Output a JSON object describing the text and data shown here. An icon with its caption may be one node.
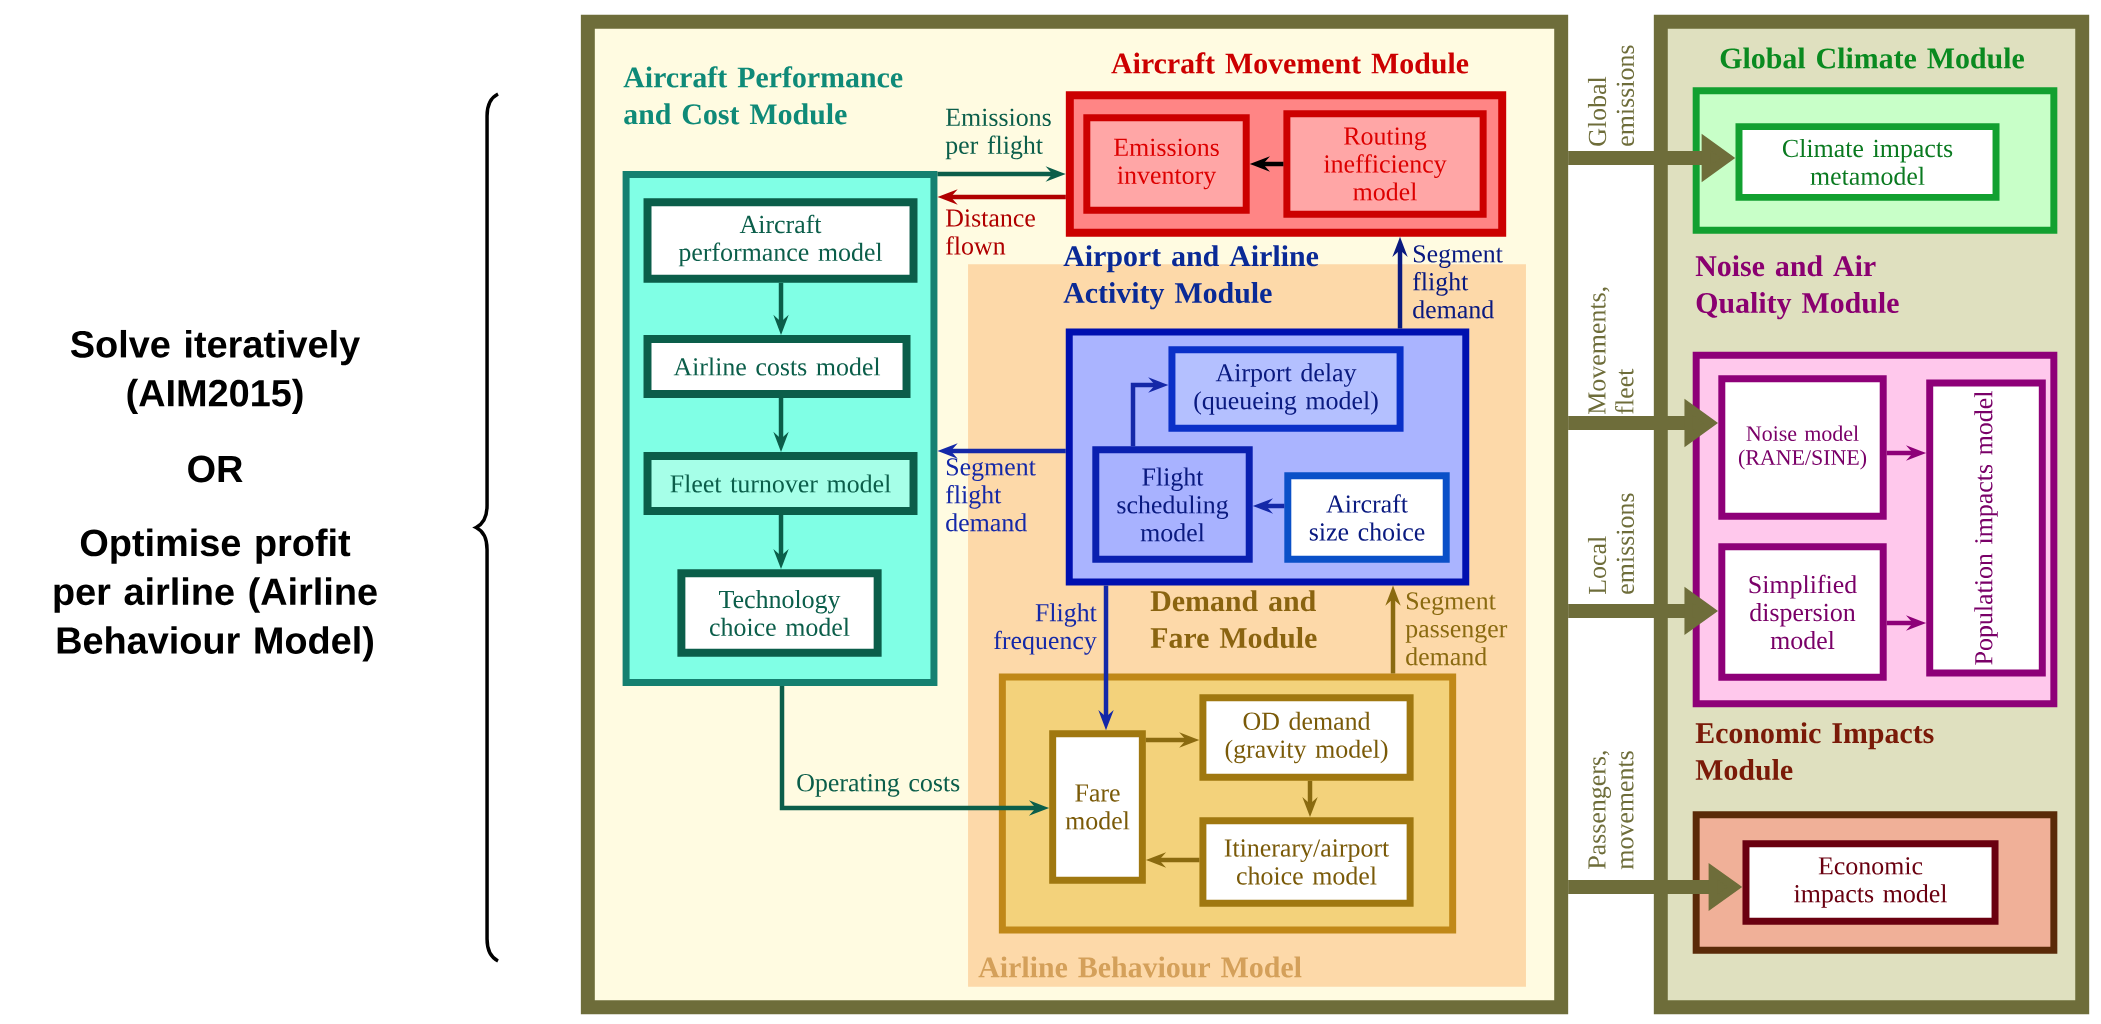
{
  "diagram": {
    "nodes": [
      {
        "text": [],
        "shape": "box"
      },
      {
        "text": [
          "Aircraft Performance and Cost Module"
        ],
        "in": 0
      },
      {
        "text": [
          "Aircraft performance model"
        ],
        "in": 1
      },
      {
        "text": [
          "Airline costs model"
        ],
        "in": 1
      },
      {
        "text": [
          "Fleet turnover model"
        ],
        "in": 1
      },
      {
        "text": [
          "Technology choice model"
        ],
        "in": 1
      },
      {
        "text": [
          "Aircraft Movement Module"
        ],
        "in": 0
      },
      {
        "text": [
          "Emissions inventory"
        ],
        "in": 6
      },
      {
        "text": [
          "Routing inefficiency model"
        ],
        "in": 6
      },
      {
        "text": [
          "Airline Behaviour Model"
        ],
        "in": 0
      },
      {
        "text": [
          "Airport and Airline Activity Module"
        ],
        "in": 9
      },
      {
        "text": [
          "Airport delay (queueing model)"
        ],
        "in": 10
      },
      {
        "text": [
          "Flight scheduling model"
        ],
        "in": 10
      },
      {
        "text": [
          "Aircraft size choice"
        ],
        "in": 10
      },
      {
        "text": [
          "Demand and Fare Module"
        ],
        "in": 9
      },
      {
        "text": [
          "Fare model"
        ],
        "in": 14
      },
      {
        "text": [
          "OD demand (gravity model)"
        ],
        "in": 14
      },
      {
        "text": [
          "Itinerary/airport choice model"
        ],
        "in": 14
      },
      {
        "text": [],
        "shape": "box"
      },
      {
        "text": [
          "Global Climate Module"
        ],
        "in": 18
      },
      {
        "text": [
          "Climate impacts metamodel"
        ],
        "in": 19
      },
      {
        "text": [
          "Noise and Air Quality Module"
        ],
        "in": 18
      },
      {
        "text": [
          "Noise model (RANE/SINE)"
        ],
        "in": 21
      },
      {
        "text": [
          "Simplified dispersion model"
        ],
        "in": 21
      },
      {
        "text": [
          "Population impacts model"
        ],
        "in": 21
      },
      {
        "text": [
          "Economic Impacts Module"
        ],
        "in": 18
      },
      {
        "text": [
          "Economic impacts model"
        ],
        "in": 25
      }
    ],
    "edges": [
      {
        "from": 1,
        "to": 6,
        "arrow": "to",
        "label": "Emissions per flight",
        "color": "#0b5e4a"
      },
      {
        "from": 6,
        "to": 1,
        "arrow": "to",
        "label": "Distance flown",
        "color": "#b00000"
      },
      {
        "from": 8,
        "to": 7,
        "arrow": "to",
        "color": "#000000"
      },
      {
        "from": 10,
        "to": 6,
        "arrow": "to",
        "label": "Segment flight demand",
        "color": "#0a1a80"
      },
      {
        "from": 10,
        "to": 1,
        "arrow": "to",
        "label": "Segment flight demand",
        "color": "#1428a8"
      },
      {
        "from": 12,
        "to": 11,
        "arrow": "to",
        "color": "#1428a8"
      },
      {
        "from": 13,
        "to": 12,
        "arrow": "to",
        "color": "#1428a8"
      },
      {
        "from": 2,
        "to": 3,
        "arrow": "to",
        "color": "#0b5e4a"
      },
      {
        "from": 3,
        "to": 4,
        "arrow": "to",
        "color": "#0b5e4a"
      },
      {
        "from": 4,
        "to": 5,
        "arrow": "to",
        "color": "#0b5e4a"
      },
      {
        "from": 10,
        "to": 15,
        "arrow": "to",
        "label": "Flight frequency",
        "color": "#1428a8"
      },
      {
        "from": 14,
        "to": 10,
        "arrow": "to",
        "label": "Segment passenger demand",
        "color": "#8a6a10"
      },
      {
        "from": 1,
        "to": 15,
        "arrow": "to",
        "label": "Operating costs",
        "color": "#0b5e4a"
      },
      {
        "from": 15,
        "to": 16,
        "arrow": "to",
        "color": "#8a6a10"
      },
      {
        "from": 16,
        "to": 17,
        "arrow": "to",
        "color": "#8a6a10"
      },
      {
        "from": 17,
        "to": 15,
        "arrow": "to",
        "color": "#8a6a10"
      },
      {
        "from": 0,
        "to": 20,
        "arrow": "to",
        "label": "Global emissions",
        "style": "thick",
        "color": "#6e6d3a"
      },
      {
        "from": 0,
        "to": 22,
        "arrow": "to",
        "label": "Movements, fleet",
        "style": "thick",
        "color": "#6e6d3a"
      },
      {
        "from": 0,
        "to": 23,
        "arrow": "to",
        "label": "Local emissions",
        "style": "thick",
        "color": "#6e6d3a"
      },
      {
        "from": 0,
        "to": 26,
        "arrow": "to",
        "label": "Passengers, movements",
        "style": "thick",
        "color": "#6e6d3a"
      },
      {
        "from": 22,
        "to": 24,
        "arrow": "to",
        "color": "#8e0078"
      },
      {
        "from": 23,
        "to": 24,
        "arrow": "to",
        "color": "#8e0078"
      }
    ],
    "labels": [
      "Solve iteratively (AIM2015)",
      "OR",
      "Optimise profit per airline (Airline Behaviour Model)"
    ]
  }
}
